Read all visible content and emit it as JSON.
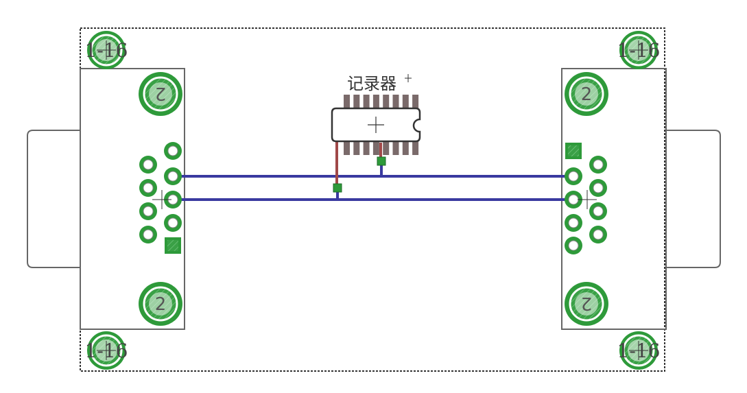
{
  "board": {
    "title": "记录器",
    "mounting_hole_label": "1-16",
    "connector_hole_label": "2",
    "colors": {
      "outline": "#555555",
      "copper_pad": "#2e9a3a",
      "pad_ring": "#2a8a35",
      "trace_bottom": "#3a3aa0",
      "trace_top": "#a04040",
      "ic_pin": "#7a6a6a",
      "board_edge": "#333333"
    }
  }
}
